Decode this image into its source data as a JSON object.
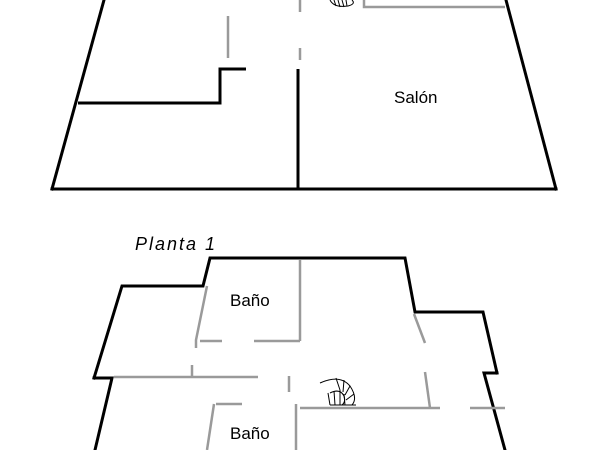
{
  "ground_floor": {
    "rooms": [
      {
        "label": "Salón"
      }
    ]
  },
  "first_floor": {
    "title": "Planta 1",
    "rooms": [
      {
        "label": "Baño"
      },
      {
        "label": "Baño"
      }
    ]
  },
  "icons": [
    "spiral-staircase-icon",
    "spiral-staircase-icon"
  ],
  "colors": {
    "walls": "#000000",
    "partitions": "#9a9a9a",
    "background": "#ffffff"
  }
}
